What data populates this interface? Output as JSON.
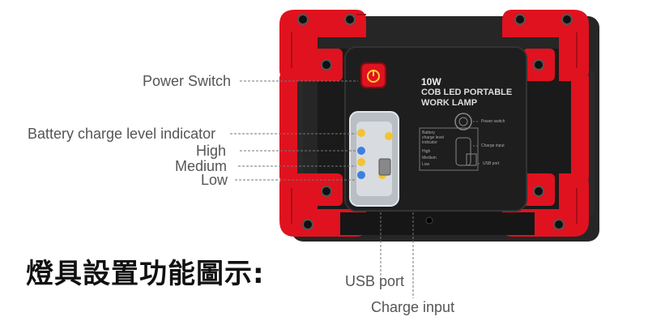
{
  "labels": {
    "power_switch": "Power Switch",
    "battery_indicator": "Battery charge level indicator",
    "high": "High",
    "medium": "Medium",
    "low": "Low",
    "usb_port": "USB port",
    "charge_input": "Charge input"
  },
  "heading": "燈具設置功能圖示:",
  "lamp": {
    "wattage": "10W",
    "line1": "COB LED PORTABLE",
    "line2": "WORK LAMP",
    "legend_power": "Power switch",
    "legend_battery_1": "Battery",
    "legend_battery_2": "charge level",
    "legend_battery_3": "indicator",
    "legend_high": "High",
    "legend_medium": "Medium",
    "legend_low": "Low",
    "legend_charge": "Charge input",
    "legend_usb": "USB port"
  },
  "colors": {
    "frame_red": "#e0121f",
    "body_black": "#1b1b1b",
    "led_yellow": "#f2c431",
    "led_blue": "#3d7fe0"
  }
}
